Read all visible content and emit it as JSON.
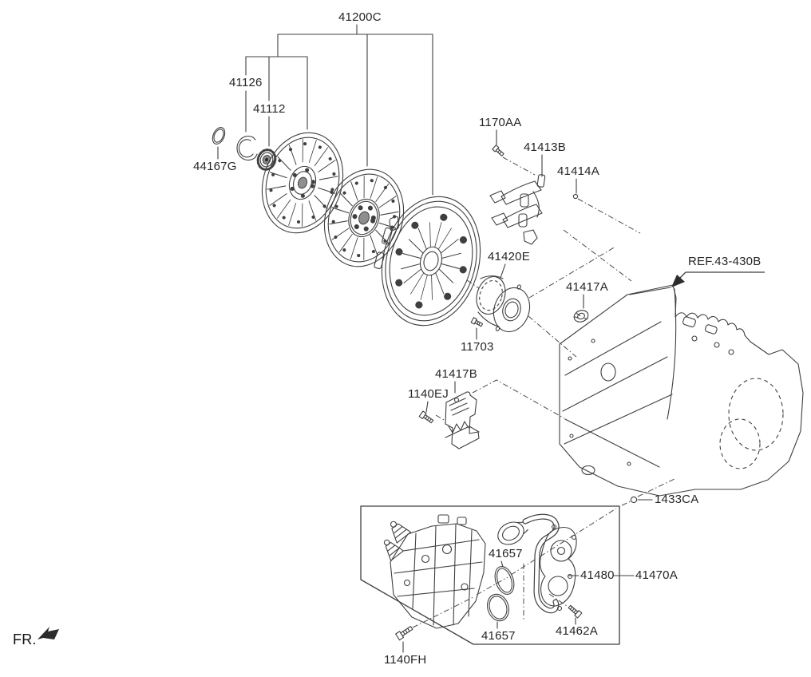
{
  "colors": {
    "background": "#ffffff",
    "line": "#3f3f3f",
    "text": "#262626"
  },
  "codes": {
    "a41200C": "41200C",
    "a41126": "41126",
    "a41112": "41112",
    "a44167G": "44167G",
    "a1170AA": "1170AA",
    "a41413B": "41413B",
    "a41414A": "41414A",
    "a41420E": "41420E",
    "a41417A": "41417A",
    "ref": "REF.43-430B",
    "a11703": "11703",
    "a41417B": "41417B",
    "a1140EJ": "1140EJ",
    "a1433CA": "1433CA",
    "a41657": "41657",
    "a41480": "41480",
    "a41470A": "41470A",
    "a41462A": "41462A",
    "a1140FH": "1140FH",
    "front": "FR."
  }
}
